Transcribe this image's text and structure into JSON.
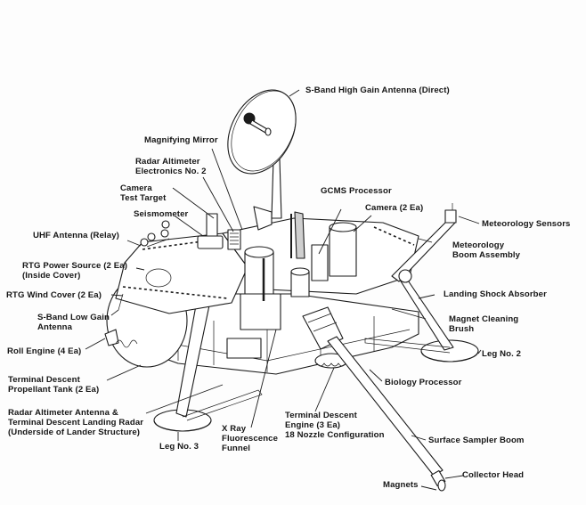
{
  "diagram": {
    "subject": "Mars lander cutaway illustration",
    "labels": [
      {
        "id": "s-band-high-gain-antenna",
        "text": "S-Band High Gain Antenna (Direct)"
      },
      {
        "id": "magnifying-mirror",
        "text": "Magnifying Mirror"
      },
      {
        "id": "radar-altimeter-electronics",
        "text": "Radar Altimeter\nElectronics No. 2"
      },
      {
        "id": "camera-test-target",
        "text": "Camera\nTest Target"
      },
      {
        "id": "gcms-processor",
        "text": "GCMS Processor"
      },
      {
        "id": "camera",
        "text": "Camera (2 Ea)"
      },
      {
        "id": "seismometer",
        "text": "Seismometer"
      },
      {
        "id": "meteorology-sensors",
        "text": "Meteorology Sensors"
      },
      {
        "id": "uhf-antenna",
        "text": "UHF Antenna (Relay)"
      },
      {
        "id": "rtg-power-source",
        "text": "RTG Power Source (2 Ea)\n(Inside Cover)"
      },
      {
        "id": "meteorology-boom-assembly",
        "text": "Meteorology\nBoom Assembly"
      },
      {
        "id": "rtg-wind-cover",
        "text": "RTG Wind Cover (2 Ea)"
      },
      {
        "id": "landing-shock-absorber",
        "text": "Landing Shock Absorber"
      },
      {
        "id": "s-band-low-gain-antenna",
        "text": "S-Band Low Gain\nAntenna"
      },
      {
        "id": "magnet-cleaning-brush",
        "text": "Magnet Cleaning\nBrush"
      },
      {
        "id": "roll-engine",
        "text": "Roll Engine (4 Ea)"
      },
      {
        "id": "leg-no-2",
        "text": "Leg No. 2"
      },
      {
        "id": "terminal-descent-propellant-tank",
        "text": "Terminal Descent\nPropellant Tank (2 Ea)"
      },
      {
        "id": "biology-processor",
        "text": "Biology Processor"
      },
      {
        "id": "radar-altimeter-antenna",
        "text": "Radar Altimeter Antenna &\nTerminal Descent Landing Radar\n(Underside of Lander Structure)"
      },
      {
        "id": "terminal-descent-engine",
        "text": "Terminal Descent\nEngine (3 Ea)\n18 Nozzle Configuration"
      },
      {
        "id": "x-ray-fluorescence-funnel",
        "text": "X Ray\nFluorescence\nFunnel"
      },
      {
        "id": "leg-no-3",
        "text": "Leg No. 3"
      },
      {
        "id": "surface-sampler-boom",
        "text": "Surface Sampler Boom"
      },
      {
        "id": "collector-head",
        "text": "Collector Head"
      },
      {
        "id": "magnets",
        "text": "Magnets"
      }
    ]
  }
}
